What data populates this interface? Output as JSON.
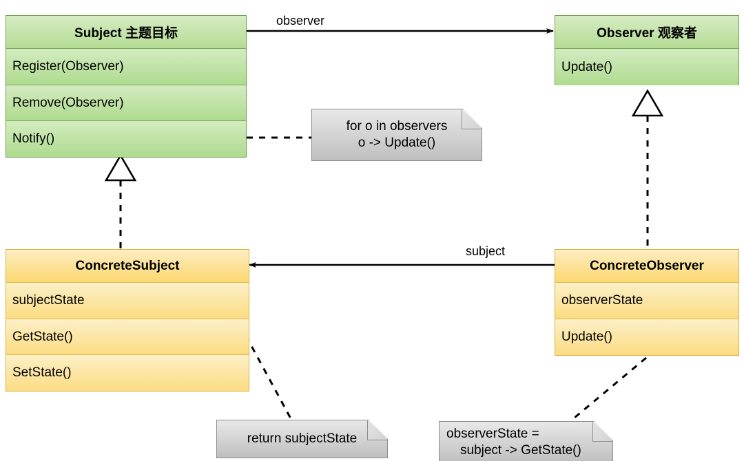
{
  "diagram": {
    "title": "Observer Pattern UML Class Diagram",
    "colors": {
      "abstract_fill": "#b5dc95",
      "concrete_fill": "#fbd870",
      "note_fill": "#bfbfbf",
      "line": "#000000",
      "abstract_border": "#70a050",
      "concrete_border": "#dcae3d"
    }
  },
  "classes": {
    "subject": {
      "name": "Subject 主题目标",
      "members": [
        "Register(Observer)",
        "Remove(Observer)",
        "Notify()"
      ]
    },
    "observer": {
      "name": "Observer 观察者",
      "members": [
        "Update()"
      ]
    },
    "concrete_subject": {
      "name": "ConcreteSubject",
      "members": [
        "subjectState",
        "GetState()",
        "SetState()"
      ]
    },
    "concrete_observer": {
      "name": "ConcreteObserver",
      "members": [
        "observerState",
        "Update()"
      ]
    }
  },
  "notes": {
    "notify_note": {
      "line1": "for o in observers",
      "line2": "o -> Update()"
    },
    "getstate_note": {
      "line1": "return subjectState",
      "line2": ""
    },
    "update_note": {
      "line1": "observerState =",
      "line2": "subject -> GetState()"
    }
  },
  "edges": {
    "observer_association": "observer",
    "subject_association": "subject"
  }
}
